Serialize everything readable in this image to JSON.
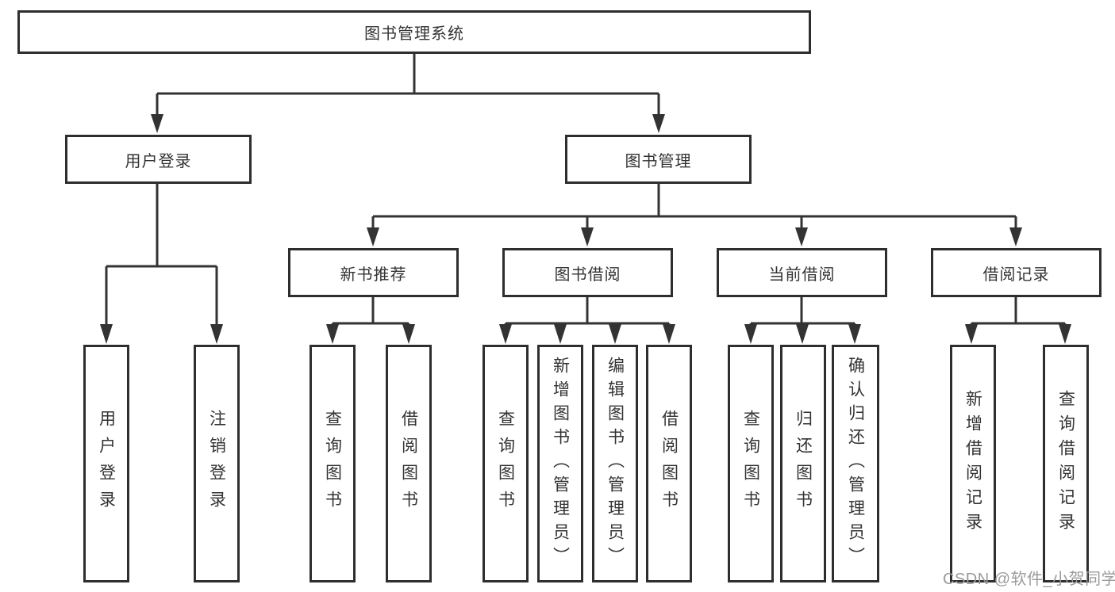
{
  "diagram": {
    "root": {
      "label": "图书管理系统"
    },
    "level2": [
      {
        "label": "用户登录"
      },
      {
        "label": "图书管理"
      }
    ],
    "level3": [
      {
        "label": "新书推荐"
      },
      {
        "label": "图书借阅"
      },
      {
        "label": "当前借阅"
      },
      {
        "label": "借阅记录"
      }
    ],
    "leaves": {
      "user_login": "用户登录",
      "logout": "注销登录",
      "rec_query_book": "查询图书",
      "rec_borrow_book": "借阅图书",
      "bor_query_book": "查询图书",
      "bor_add_book": "新增图书（管理员）",
      "bor_edit_book": "编辑图书（管理员）",
      "bor_borrow_book": "借阅图书",
      "cur_query_book": "查询图书",
      "cur_return_book": "归还图书",
      "cur_confirm_return": "确认归还（管理员）",
      "log_add_record": "新增借阅记录",
      "log_query_record": "查询借阅记录"
    }
  },
  "watermark": {
    "text": "CSDN @软件_小贺同学"
  },
  "colors": {
    "line": "#333333",
    "box_border": "#2e2e2e",
    "text": "#333333",
    "watermark": "#9b9b9b",
    "background": "#ffffff"
  }
}
